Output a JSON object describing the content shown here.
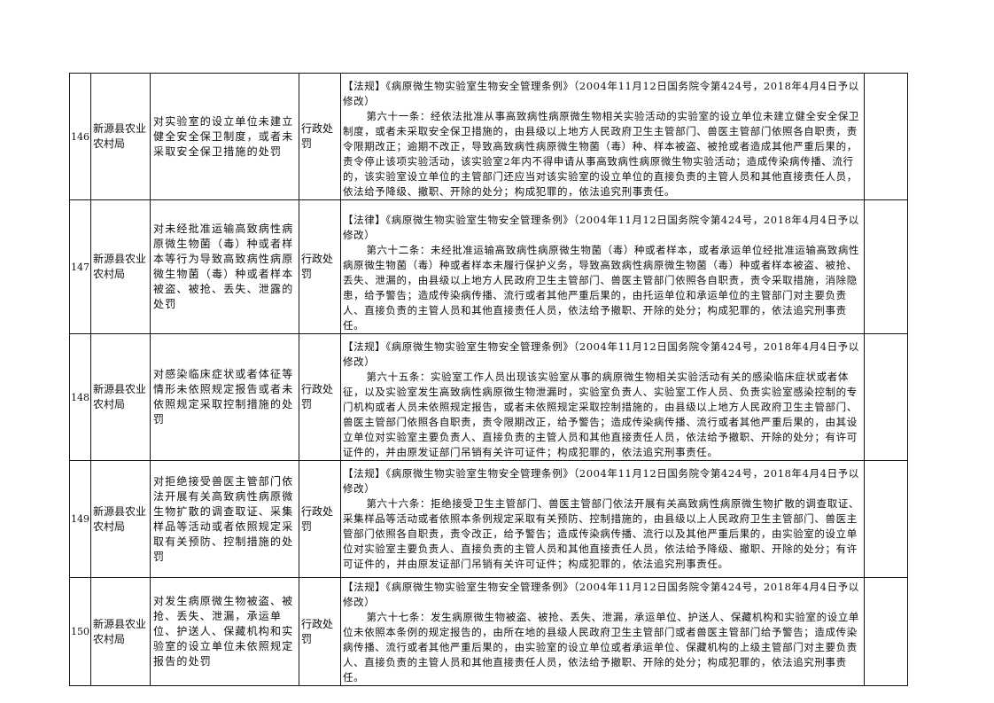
{
  "rows": [
    {
      "num": "146",
      "dept": "新源县农业农村局",
      "item": "对实验室的设立单位未建立健全安全保卫制度，或者未采取安全保卫措施的处罚",
      "type": "行政处罚",
      "basis_title": "【法规】《病原微生物实验室生物安全管理条例》（2004年11月12日国务院令第424号，2018年4月4日予以修改）",
      "basis_text": "第六十一条：经依法批准从事高致病性病原微生物相关实验活动的实验室的设立单位未建立健全安全保卫制度，或者未采取安全保卫措施的，由县级以上地方人民政府卫生主管部门、兽医主管部门依照各自职责，责令限期改正；逾期不改正，导致高致病性病原微生物菌（毒）种、样本被盗、被抢或者造成其他严重后果的，责令停止该项实验活动，该实验室2年内不得申请从事高致病性病原微生物实验活动；造成传染病传播、流行的，该实验室设立单位的主管部门还应当对该实验室的设立单位的直接负责的主管人员和其他直接责任人员，依法给予降级、撤职、开除的处分；构成犯罪的，依法追究刑事责任。"
    },
    {
      "num": "147",
      "dept": "新源县农业农村局",
      "item": "对未经批准运输高致病性病原微生物菌（毒）种或者样本等行为导致高致病性病原微生物菌（毒）种或者样本被盗、被抢、丢失、泄露的处罚",
      "type": "行政处罚",
      "basis_title": "【法律】《病原微生物实验室生物安全管理条例》（2004年11月12日国务院令第424号，2018年4月4日予以修改）",
      "basis_text": "第六十二条：未经批准运输高致病性病原微生物菌（毒）种或者样本，或者承运单位经批准运输高致病性病原微生物菌（毒）种或者样本未履行保护义务，导致高致病性病原微生物菌（毒）种或者样本被盗、被抢、丢失、泄漏的，由县级以上地方人民政府卫生主管部门、兽医主管部门依照各自职责，责令采取措施，消除隐患，给予警告；造成传染病传播、流行或者其他严重后果的，由托运单位和承运单位的主管部门对主要负责人、直接负责的主管人员和其他直接责任人员，依法给予撤职、开除的处分；构成犯罪的，依法追究刑事责任。"
    },
    {
      "num": "148",
      "dept": "新源县农业农村局",
      "item": "对感染临床症状或者体征等情形未依照规定报告或者未依照规定采取控制措施的处罚",
      "type": "行政处罚",
      "basis_title": "【法规】《病原微生物实验室生物安全管理条例》（2004年11月12日国务院令第424号，2018年4月4日予以修改）",
      "basis_text": "第六十五条：实验室工作人员出现该实验室从事的病原微生物相关实验活动有关的感染临床症状或者体征，以及实验室发生高致病性病原微生物泄漏时，实验室负责人、实验室工作人员、负责实验室感染控制的专门机构或者人员未依照规定报告，或者未依照规定采取控制措施的，由县级以上地方人民政府卫生主管部门、兽医主管部门依照各自职责，责令限期改正，给予警告；造成传染病传播、流行或者其他严重后果的，由其设立单位对实验室主要负责人、直接负责的主管人员和其他直接责任人员，依法给予撤职、开除的处分；有许可证件的，并由原发证部门吊销有关许可证件；构成犯罪的，依法追究刑事责任。"
    },
    {
      "num": "149",
      "dept": "新源县农业农村局",
      "item": "对拒绝接受兽医主管部门依法开展有关高致病性病原微生物扩散的调查取证、采集样品等活动或者依照规定采取有关预防、控制措施的处罚",
      "type": "行政处罚",
      "basis_title": "【法规】《病原微生物实验室生物安全管理条例》（2004年11月12日国务院令第424号，2018年4月4日予以修改）",
      "basis_text": "第六十六条：拒绝接受卫生主管部门、兽医主管部门依法开展有关高致病性病原微生物扩散的调查取证、采集样品等活动或者依照本条例规定采取有关预防、控制措施的，由县级以上人民政府卫生主管部门、兽医主管部门依照各自职责，责令改正，给予警告；造成传染病传播、流行以及其他严重后果的，由实验室的设立单位对实验室主要负责人、直接负责的主管人员和其他直接责任人员，依法给予降级、撤职、开除的处分；有许可证件的，并由原发证部门吊销有关许可证件；构成犯罪的，依法追究刑事责任。"
    },
    {
      "num": "150",
      "dept": "新源县农业农村局",
      "item": "对发生病原微生物被盗、被抢、丢失、泄漏，承运单位、护送人、保藏机构和实验室的设立单位未依照规定报告的处罚",
      "type": "行政处罚",
      "basis_title": "【法规】《病原微生物实验室生物安全管理条例》（2004年11月12日国务院令第424号，2018年4月4日予以修改）",
      "basis_text": "第六十七条：发生病原微生物被盗、被抢、丢失、泄漏，承运单位、护送人、保藏机构和实验室的设立单位未依照本条例的规定报告的，由所在地的县级人民政府卫生主管部门或者兽医主管部门给予警告；造成传染病传播、流行或者其他严重后果的，由实验室的设立单位或者承运单位、保藏机构的上级主管部门对主要负责人、直接负责的主管人员和其他直接责任人员，依法给予撤职、开除的处分；构成犯罪的，依法追究刑事责任。"
    }
  ]
}
